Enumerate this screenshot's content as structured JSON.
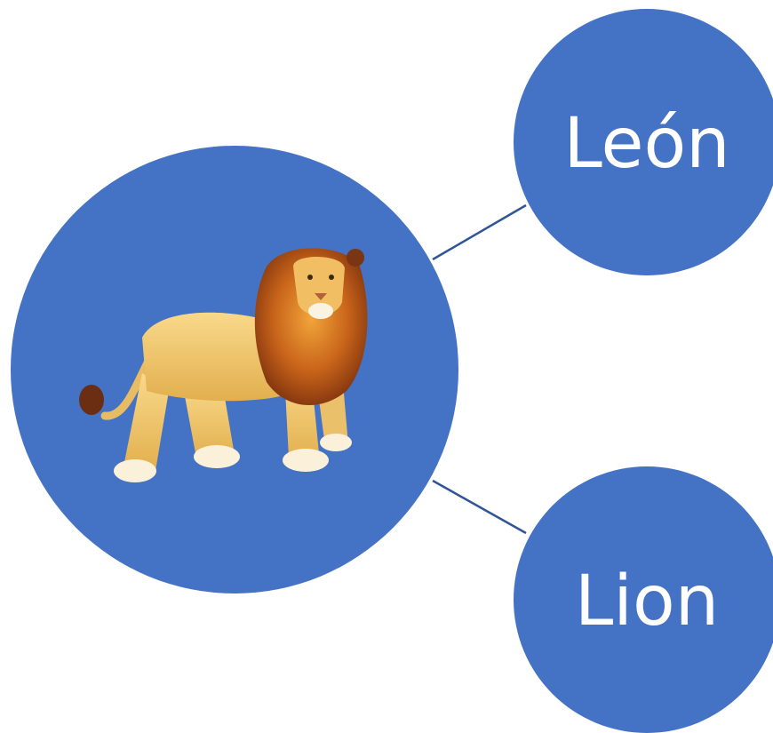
{
  "colors": {
    "node_fill": "#4472C4",
    "connector": "#2F5597",
    "label": "#FFFFFF"
  },
  "center_node": {
    "image": "lion-illustration"
  },
  "nodes": [
    {
      "label": "León"
    },
    {
      "label": "Lion"
    }
  ]
}
